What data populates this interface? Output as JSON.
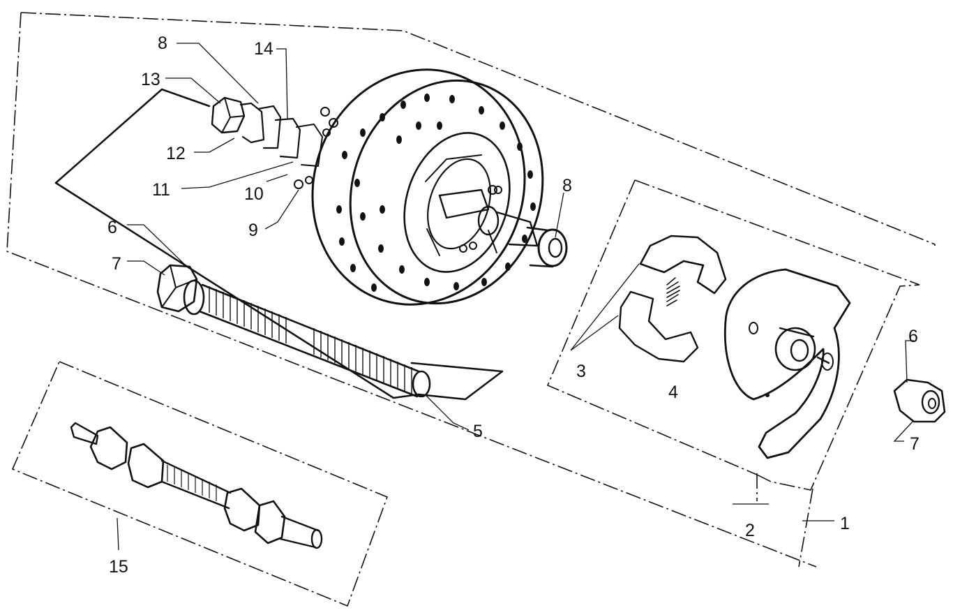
{
  "callouts": {
    "c1": "1",
    "c2": "2",
    "c3": "3",
    "c4": "4",
    "c5": "5",
    "c6a": "6",
    "c6b": "6",
    "c7a": "7",
    "c7b": "7",
    "c8a": "8",
    "c8b": "8",
    "c9": "9",
    "c10": "10",
    "c11": "11",
    "c12": "12",
    "c13": "13",
    "c14": "14",
    "c15": "15"
  },
  "icons": {
    "hub": "brake-hub-icon",
    "axle": "threaded-axle-icon",
    "shoes": "brake-shoe-icon",
    "plate": "brake-plate-icon",
    "spindle": "spindle-icon"
  },
  "colors": {
    "ink": "#111111",
    "paper": "#ffffff"
  }
}
